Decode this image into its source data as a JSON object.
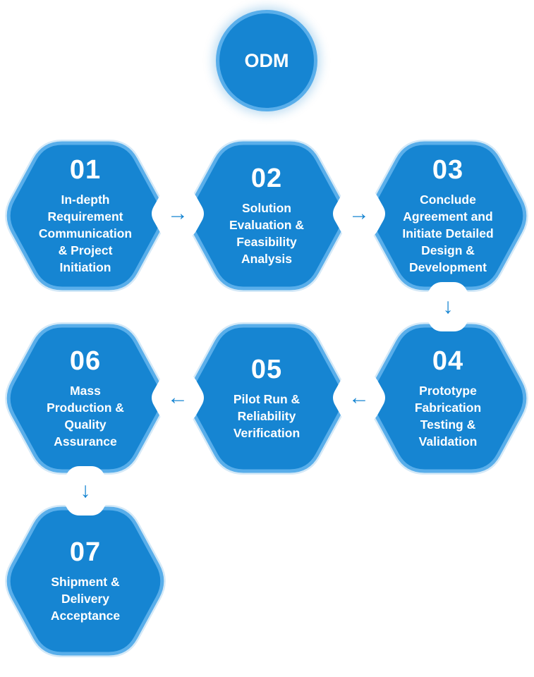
{
  "center": {
    "label": "ODM"
  },
  "steps": [
    {
      "number": "01",
      "lines": [
        "In-depth",
        "Requirement",
        "Communication",
        "& Project",
        "Initiation"
      ]
    },
    {
      "number": "02",
      "lines": [
        "Solution",
        "Evaluation &",
        "Feasibility",
        "Analysis"
      ]
    },
    {
      "number": "03",
      "lines": [
        "Conclude",
        "Agreement and",
        "Initiate Detailed",
        "Design &",
        "Development"
      ]
    },
    {
      "number": "04",
      "lines": [
        "Prototype",
        "Fabrication",
        "Testing &",
        "Validation"
      ]
    },
    {
      "number": "05",
      "lines": [
        "Pilot Run &",
        "Reliability",
        "Verification"
      ]
    },
    {
      "number": "06",
      "lines": [
        "Mass",
        "Production &",
        "Quality",
        "Assurance"
      ]
    },
    {
      "number": "07",
      "lines": [
        "Shipment &",
        "Delivery",
        "Acceptance"
      ]
    }
  ],
  "connectors": [
    {
      "from": "01",
      "to": "02",
      "direction": "right",
      "glyph": "→"
    },
    {
      "from": "02",
      "to": "03",
      "direction": "right",
      "glyph": "→"
    },
    {
      "from": "03",
      "to": "04",
      "direction": "down",
      "glyph": "↓"
    },
    {
      "from": "04",
      "to": "05",
      "direction": "left",
      "glyph": "←"
    },
    {
      "from": "05",
      "to": "06",
      "direction": "left",
      "glyph": "←"
    },
    {
      "from": "06",
      "to": "07",
      "direction": "down",
      "glyph": "↓"
    }
  ],
  "colors": {
    "hex_fill": "#1685d2",
    "hex_border": "#59aeea",
    "connector_fill": "#ffffff",
    "arrow": "#1685d2",
    "text": "#ffffff"
  }
}
